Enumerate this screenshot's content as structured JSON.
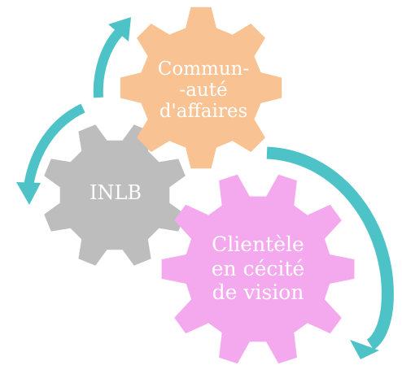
{
  "gears": {
    "top": {
      "label": "Commun-\n-auté\nd'affaires",
      "color": "#F9C293"
    },
    "left": {
      "label": "INLB",
      "color": "#BDBDBD"
    },
    "bottom": {
      "label": "Clientèle\nen cécité\nde vision",
      "color": "#F4A8EE"
    }
  },
  "arrows": {
    "color": "#4EC3C7",
    "count": 3
  }
}
